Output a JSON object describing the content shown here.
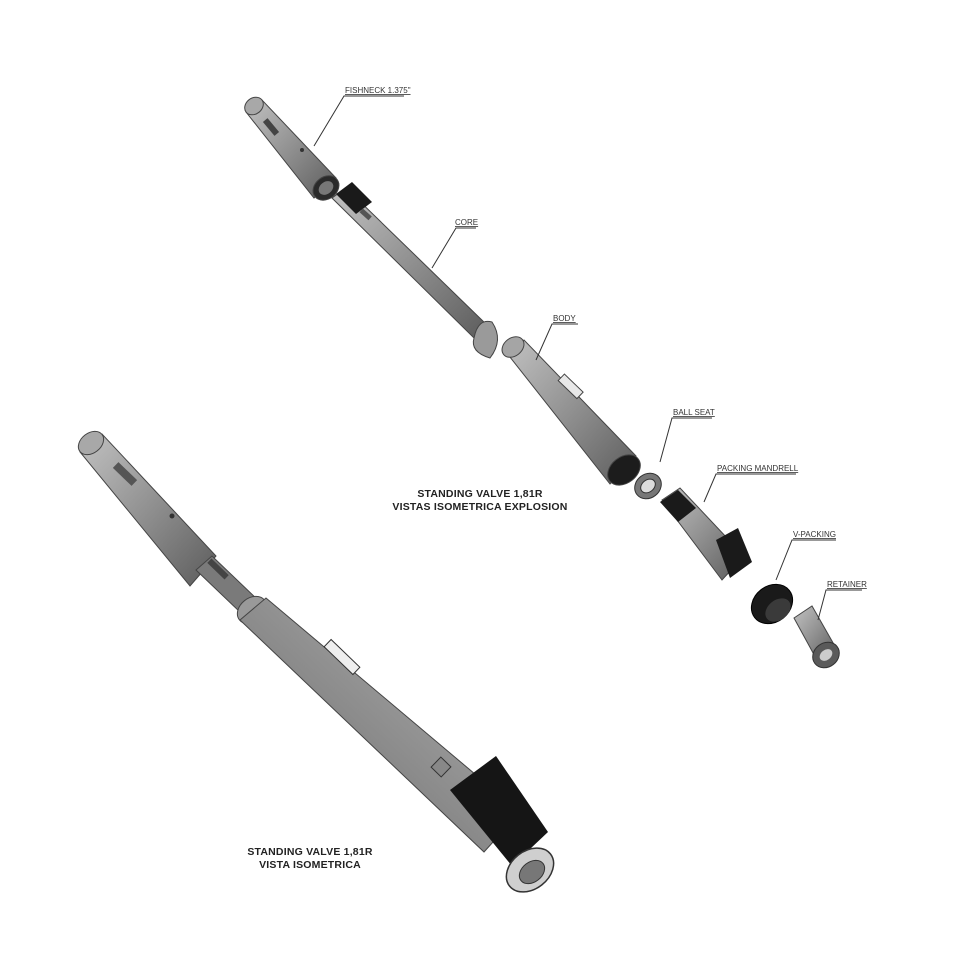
{
  "parts": [
    {
      "id": "fishneck",
      "label": "FISHNECK 1.375\""
    },
    {
      "id": "core",
      "label": "CORE"
    },
    {
      "id": "body",
      "label": "BODY"
    },
    {
      "id": "ball_seat",
      "label": "BALL SEAT"
    },
    {
      "id": "packing_mandrell",
      "label": "PACKING MANDRELL"
    },
    {
      "id": "v_packing",
      "label": "V-PACKING"
    },
    {
      "id": "retainer",
      "label": "RETAINER"
    }
  ],
  "captions": {
    "exploded": {
      "line1": "STANDING VALVE 1,81R",
      "line2": "VISTAS ISOMETRICA EXPLOSION"
    },
    "assembled": {
      "line1": "STANDING VALVE 1,81R",
      "line2": "VISTA ISOMETRICA"
    }
  },
  "colors": {
    "metal": "#8f8f8f",
    "metal_light": "#b4b4b4",
    "metal_dark": "#5a5a5a",
    "thread": "#1a1a1a",
    "line": "#333333"
  }
}
